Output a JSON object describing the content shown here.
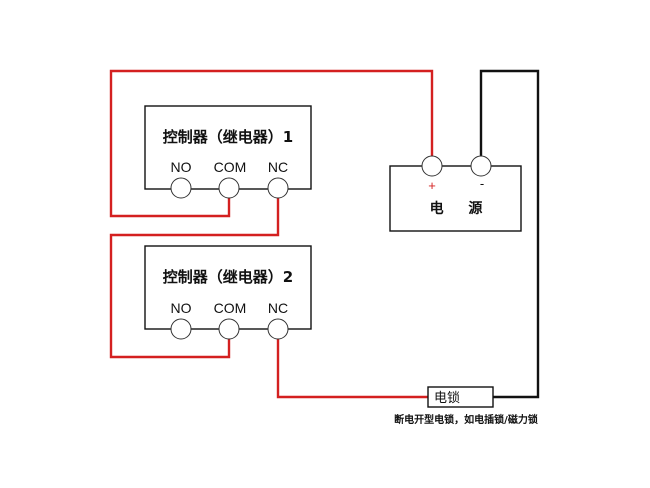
{
  "colors": {
    "red_wire": "#d42020",
    "black_wire": "#111111",
    "plus": "#d42020"
  },
  "controllers": [
    {
      "title": "控制器（继电器）1",
      "terminals": [
        "NO",
        "COM",
        "NC"
      ]
    },
    {
      "title": "控制器（继电器）2",
      "terminals": [
        "NO",
        "COM",
        "NC"
      ]
    }
  ],
  "power_supply": {
    "label": "电 源",
    "plus": "+",
    "minus": "-"
  },
  "lock": {
    "label": "电锁",
    "note": "断电开型电锁，如电插锁/磁力锁"
  }
}
